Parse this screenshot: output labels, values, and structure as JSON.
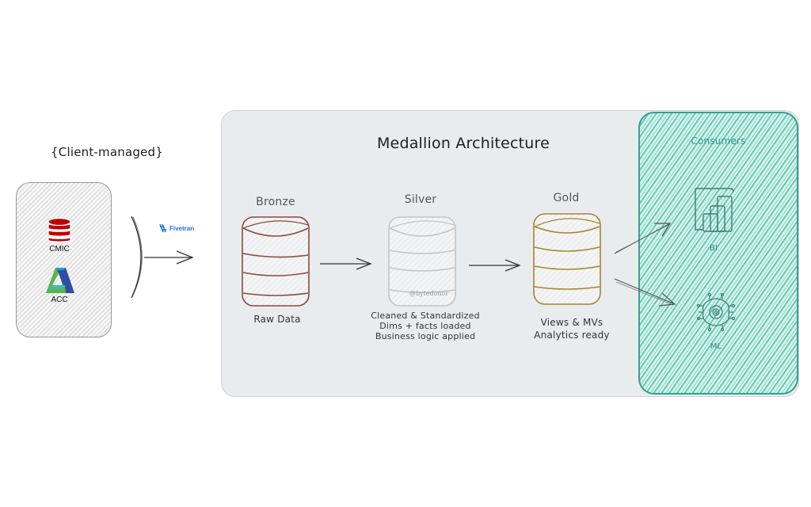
{
  "client": {
    "title": "{Client-managed}",
    "sources": [
      {
        "label": "CMIC",
        "icon": "database-icon",
        "color": "#c00000"
      },
      {
        "label": "ACC",
        "icon": "autodesk-logo"
      }
    ]
  },
  "ingestion": {
    "tool_label": "Fivetran",
    "tool_color": "#1a73e8"
  },
  "medallion": {
    "title": "Medallion Architecture",
    "tiers": [
      {
        "name": "Bronze",
        "color": "#8b4a3e",
        "captions": [
          "Raw Data"
        ]
      },
      {
        "name": "Silver",
        "color": "#c4c4c4",
        "captions": [
          "Cleaned & Standardized",
          "Dims + facts loaded",
          "Business logic applied"
        ],
        "watermark": "@bytedonor"
      },
      {
        "name": "Gold",
        "color": "#a8842a",
        "captions": [
          "Views & MVs",
          "Analytics ready"
        ]
      }
    ]
  },
  "consumers": {
    "title": "Consumers",
    "accent": "#2f9a8e",
    "items": [
      {
        "label": "BI",
        "icon": "bar-chart-icon"
      },
      {
        "label": "ML",
        "icon": "ai-brain-icon"
      }
    ]
  }
}
